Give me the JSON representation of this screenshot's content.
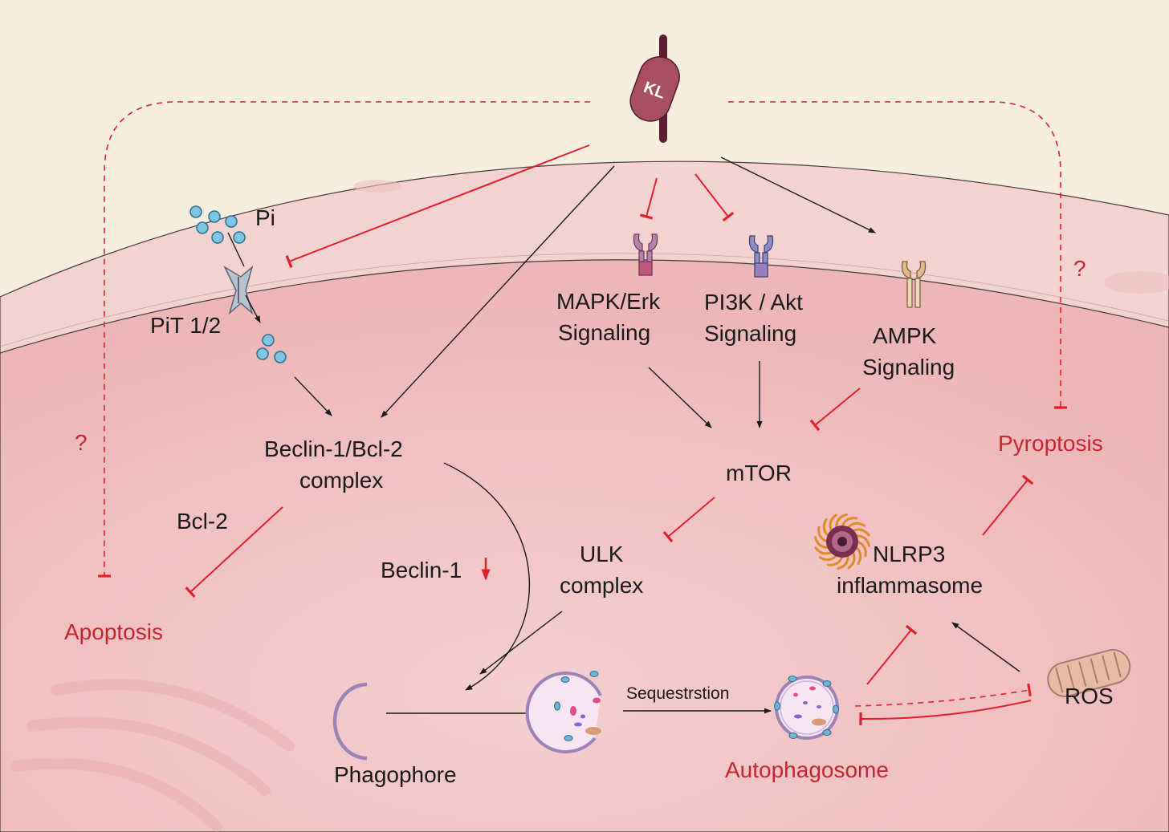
{
  "membrane_protein": {
    "label": "KL"
  },
  "labels": {
    "pi": "Pi",
    "pit": "PiT 1/2",
    "mapk": [
      "MAPK/Erk",
      "Signaling"
    ],
    "pi3k": [
      "PI3K / Akt",
      "Signaling"
    ],
    "ampk": [
      "AMPK",
      "Signaling"
    ],
    "beclin_complex": [
      "Beclin-1/Bcl-2",
      "complex"
    ],
    "mtor": "mTOR",
    "bcl2": "Bcl-2",
    "beclin1": "Beclin-1",
    "ulk": [
      "ULK",
      "complex"
    ],
    "nlrp3": [
      "NLRP3",
      "inflammasome"
    ],
    "phagophore": "Phagophore",
    "sequestration": "Sequestrstion",
    "ros": "ROS"
  },
  "outcomes": {
    "apoptosis": "Apoptosis",
    "pyroptosis": "Pyroptosis",
    "autophagosome": "Autophagosome"
  },
  "unknown_marks": [
    "?",
    "?"
  ],
  "colors": {
    "background": "#f6efdf",
    "membrane": "#f3d3d1",
    "cytoplasm": "#eeb8ba",
    "inhibition": "#e3202a",
    "activation": "#1a1a1a",
    "klotho": "#a74f61"
  }
}
